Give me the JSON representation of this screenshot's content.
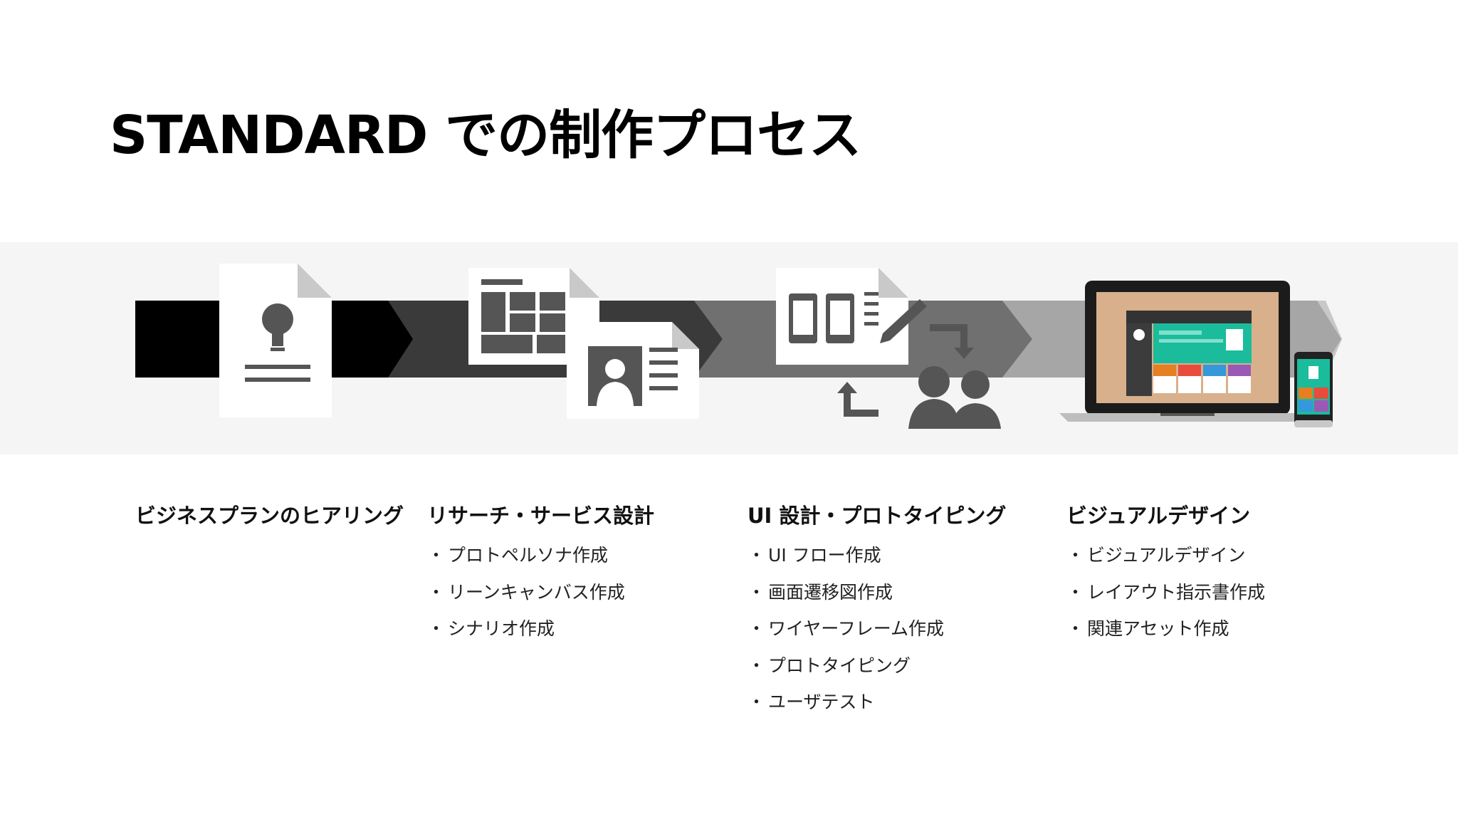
{
  "title": "STANDARD での制作プロセス",
  "steps": [
    {
      "title": "ビジネスプランのヒアリング",
      "items": []
    },
    {
      "title": "リサーチ・サービス設計",
      "items": [
        "プロトペルソナ作成",
        "リーンキャンバス作成",
        "シナリオ作成"
      ]
    },
    {
      "title": "UI 設計・プロトタイピング",
      "items": [
        "UI フロー作成",
        "画面遷移図作成",
        "ワイヤーフレーム作成",
        "プロトタイピング",
        "ユーザテスト"
      ]
    },
    {
      "title": "ビジュアルデザイン",
      "items": [
        "ビジュアルデザイン",
        "レイアウト指示書作成",
        "関連アセット作成"
      ]
    }
  ],
  "bullet": "・",
  "icons": [
    "lightbulb-document-icon",
    "layout-document-icon",
    "profile-document-icon",
    "wireframe-document-icon",
    "iteration-arrows-icon",
    "users-icon",
    "laptop-icon",
    "smartphone-icon"
  ],
  "colors": {
    "band": "#f5f5f5",
    "arrow1": "#000000",
    "arrow2": "#3a3a3a",
    "arrow3": "#707070",
    "arrow4": "#a6a6a6",
    "arrow5": "#c8c8c8",
    "accent": "#1abc9c"
  }
}
